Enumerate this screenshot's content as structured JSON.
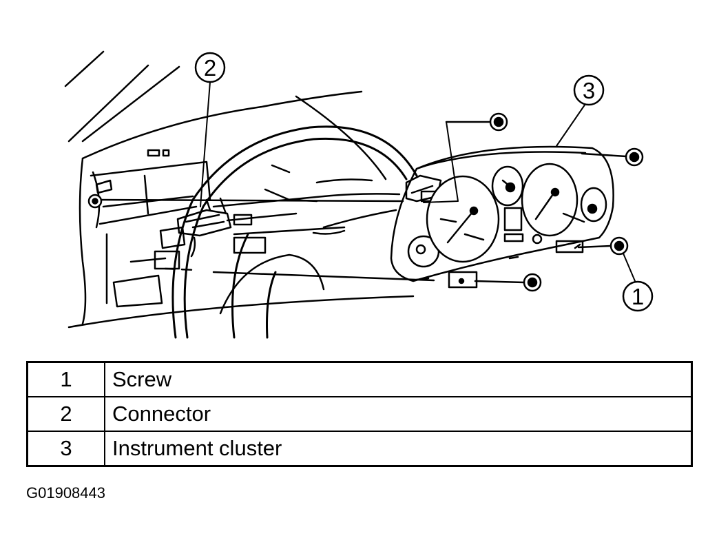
{
  "callouts": [
    "1",
    "2",
    "3"
  ],
  "legend": [
    {
      "number": "1",
      "label": "Screw"
    },
    {
      "number": "2",
      "label": "Connector"
    },
    {
      "number": "3",
      "label": "Instrument cluster"
    }
  ],
  "figure_id": "G01908443"
}
